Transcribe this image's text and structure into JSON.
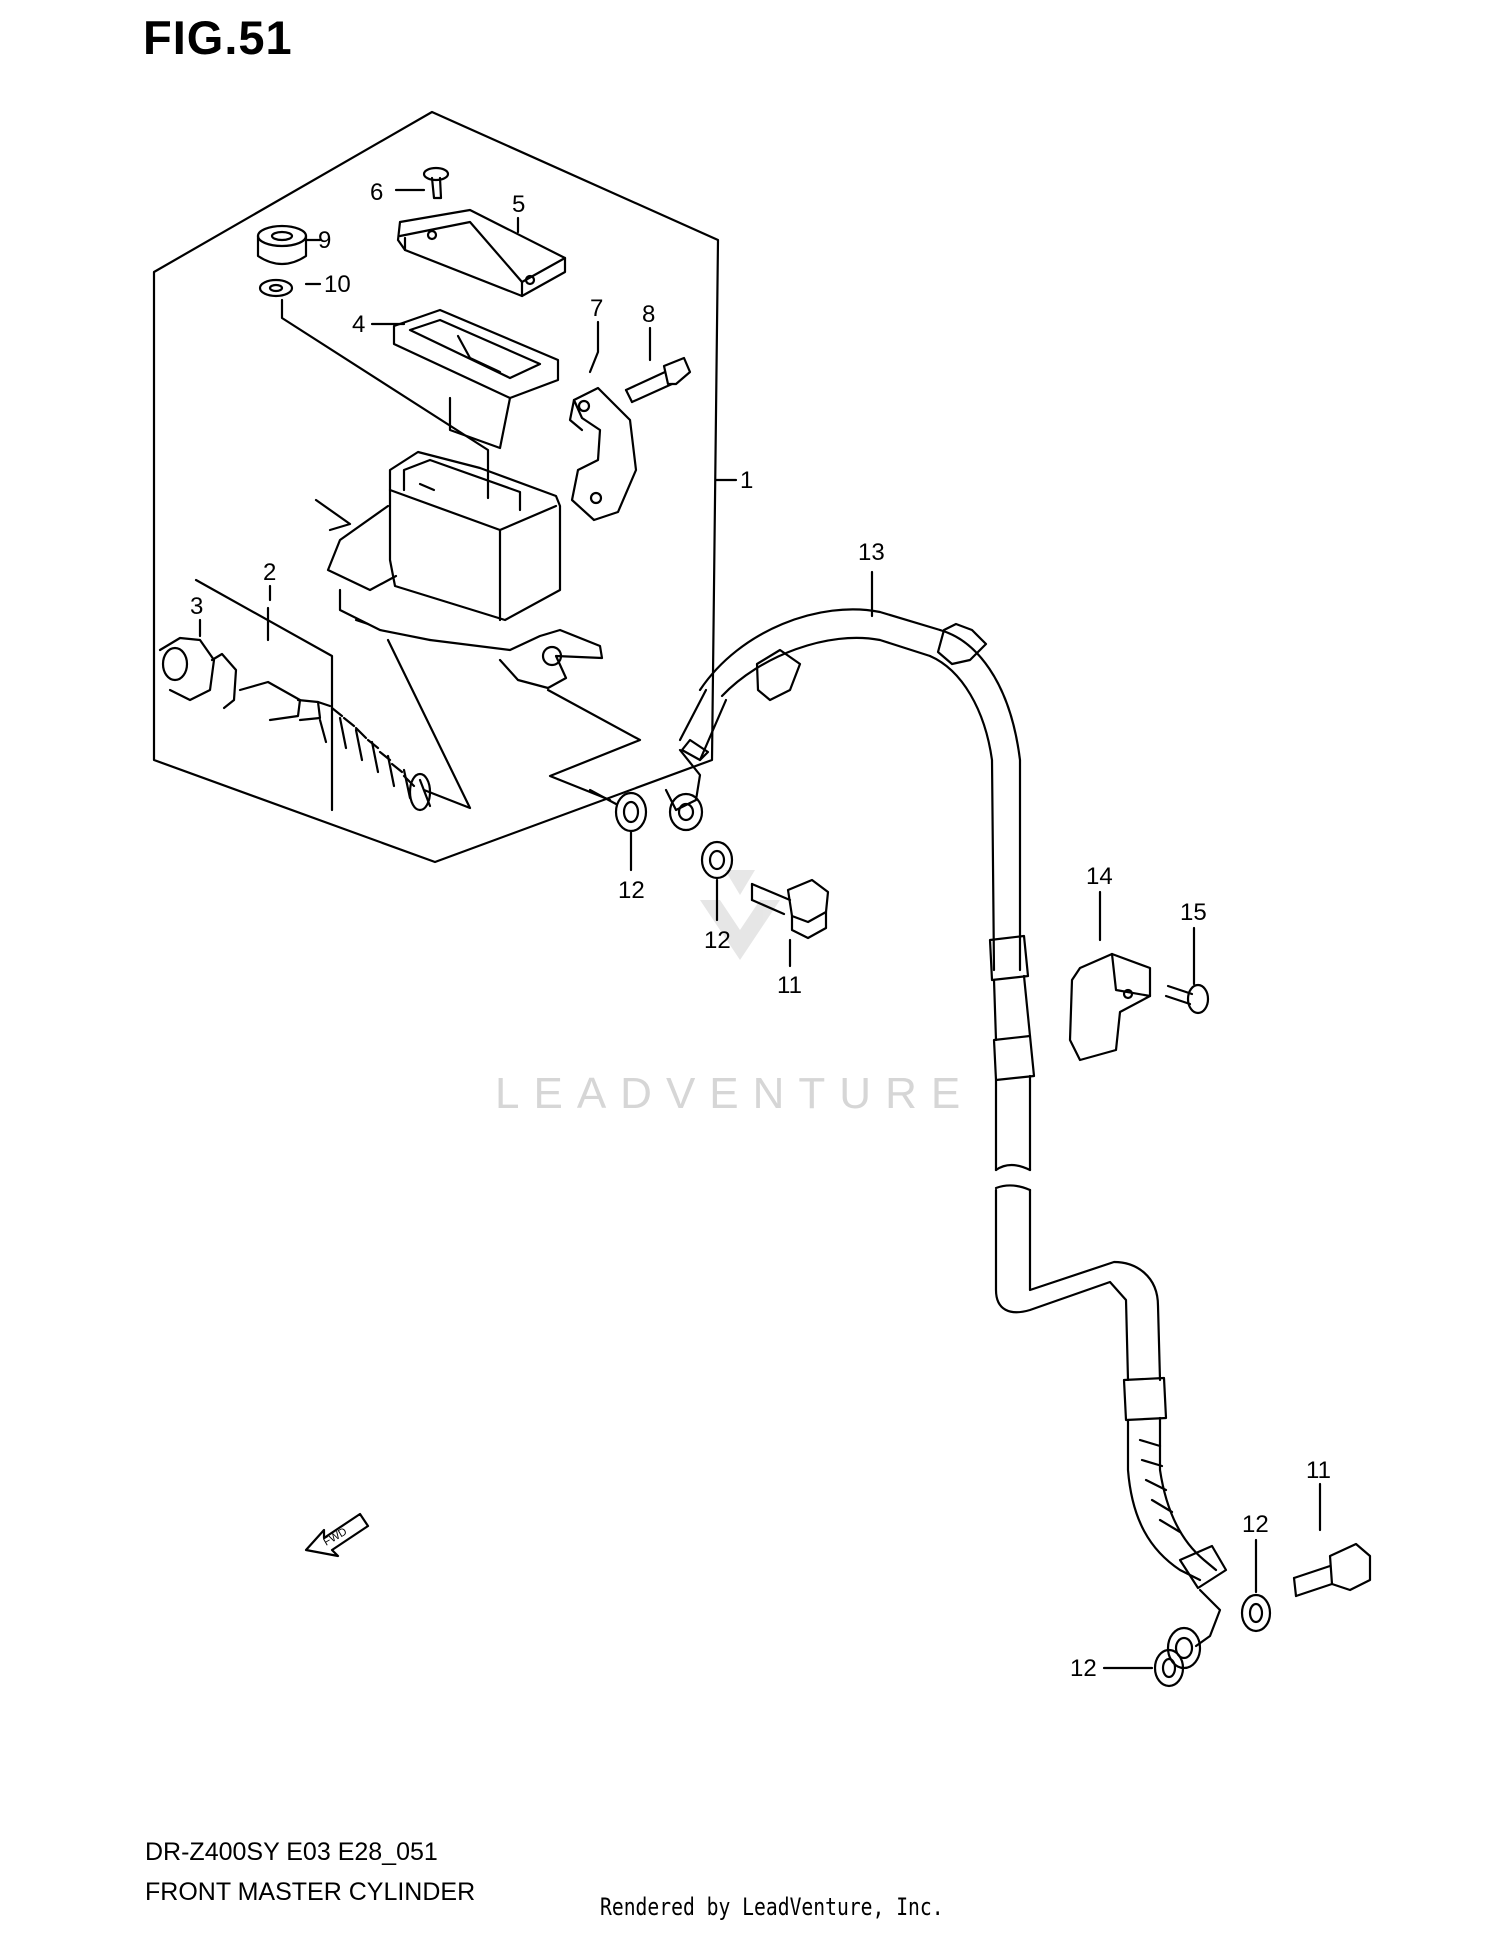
{
  "figure": {
    "title": "FIG.51"
  },
  "footer": {
    "model": "DR-Z400SY E03 E28_051",
    "name": "FRONT MASTER CYLINDER",
    "rendered_by": "Rendered by LeadVenture, Inc."
  },
  "watermark": {
    "text": "LEADVENTURE"
  },
  "fwd_arrow": {
    "text": "FWD"
  },
  "callouts": [
    {
      "id": "c1",
      "label": "1"
    },
    {
      "id": "c2",
      "label": "2"
    },
    {
      "id": "c3",
      "label": "3"
    },
    {
      "id": "c4",
      "label": "4"
    },
    {
      "id": "c5",
      "label": "5"
    },
    {
      "id": "c6",
      "label": "6"
    },
    {
      "id": "c7",
      "label": "7"
    },
    {
      "id": "c8",
      "label": "8"
    },
    {
      "id": "c9",
      "label": "9"
    },
    {
      "id": "c10",
      "label": "10"
    },
    {
      "id": "c11a",
      "label": "11"
    },
    {
      "id": "c11b",
      "label": "11"
    },
    {
      "id": "c12a",
      "label": "12"
    },
    {
      "id": "c12b",
      "label": "12"
    },
    {
      "id": "c12c",
      "label": "12"
    },
    {
      "id": "c12d",
      "label": "12"
    },
    {
      "id": "c13",
      "label": "13"
    },
    {
      "id": "c14",
      "label": "14"
    },
    {
      "id": "c15",
      "label": "15"
    }
  ]
}
